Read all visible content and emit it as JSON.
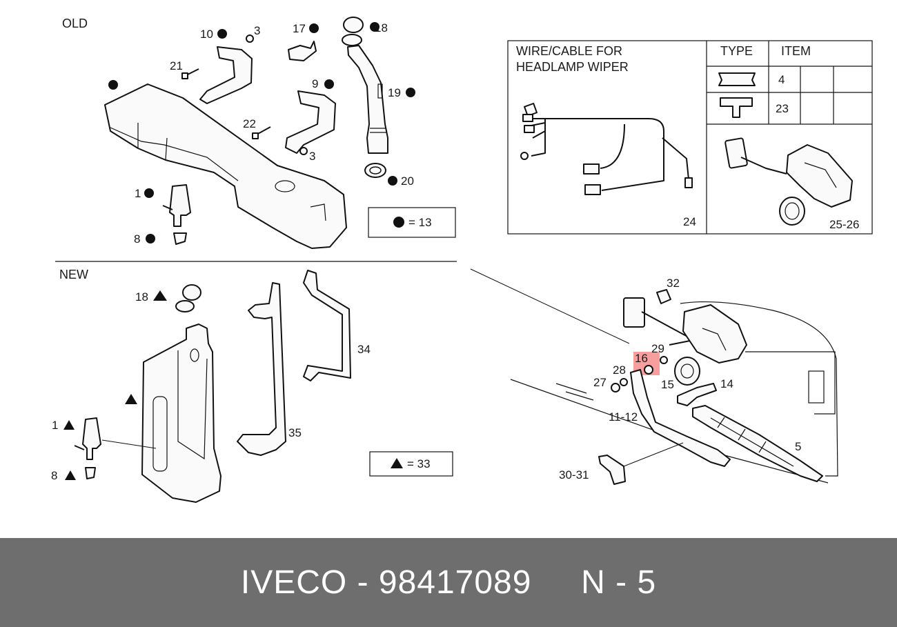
{
  "sections": {
    "old": "OLD",
    "new": "NEW"
  },
  "old_callouts": [
    "10",
    "3",
    "17",
    "18",
    "21",
    "9",
    "19",
    "22",
    "3",
    "20",
    "1",
    "8"
  ],
  "new_callouts": [
    "18",
    "34",
    "1",
    "8",
    "35"
  ],
  "legend_old": {
    "label": "= 13",
    "symbol": "circle"
  },
  "legend_new": {
    "label": "= 33",
    "symbol": "triangle"
  },
  "wire_table": {
    "title_line1": "WIRE/CABLE FOR",
    "title_line2": "HEADLAMP WIPER",
    "col_type": "TYPE",
    "col_item": "ITEM",
    "rows": [
      {
        "item": "4"
      },
      {
        "item": "23"
      }
    ],
    "harness_item": "24",
    "motor_item": "25-26"
  },
  "assembly_callouts": {
    "c32": "32",
    "c29": "29",
    "c16": "16",
    "c28": "28",
    "c27": "27",
    "c15": "15",
    "c14": "14",
    "c11_12": "11-12",
    "c5": "5",
    "c30_31": "30-31"
  },
  "highlight_color": "#f05050",
  "footer": {
    "text": "IVECO - 98417089     N - 5"
  }
}
